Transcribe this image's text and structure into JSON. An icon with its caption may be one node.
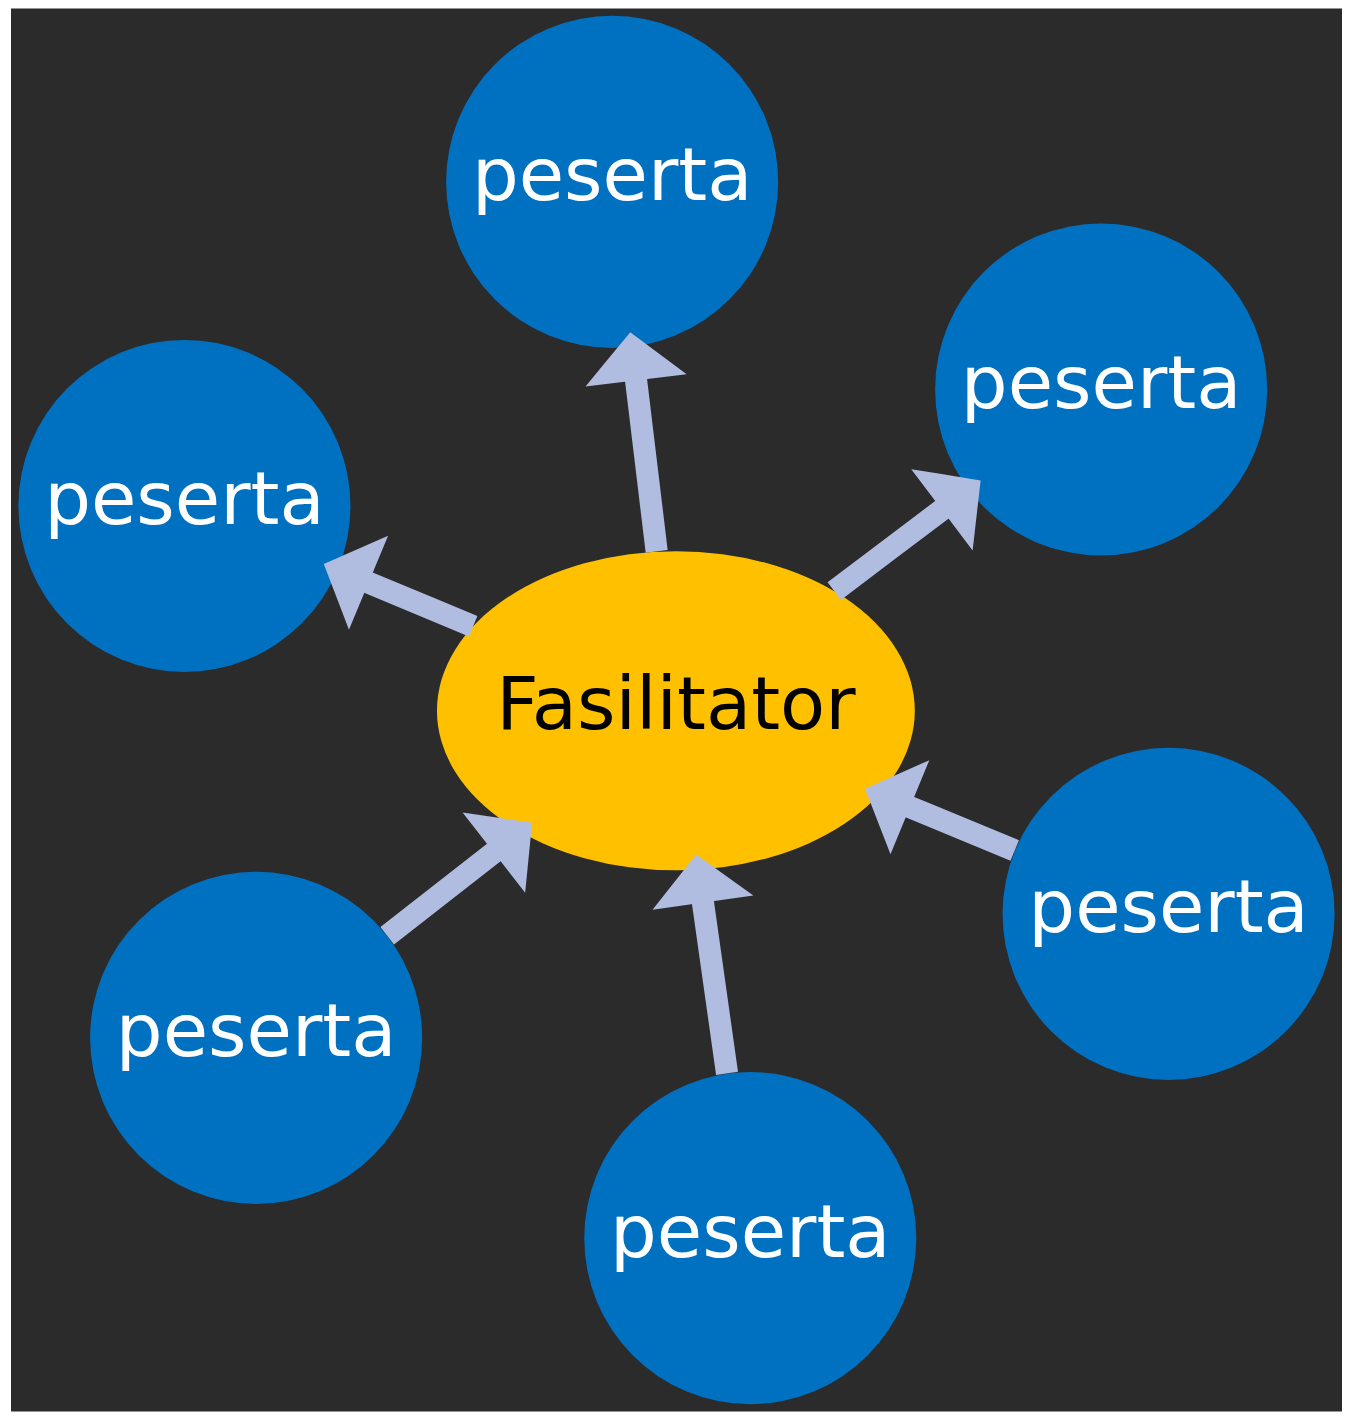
{
  "diagram": {
    "nodes": [
      {
        "text": [
          "peserta"
        ]
      },
      {
        "text": [
          "peserta"
        ]
      },
      {
        "text": [
          "peserta"
        ]
      },
      {
        "text": [
          "Fasilitator"
        ]
      },
      {
        "text": [
          "peserta"
        ]
      },
      {
        "text": [
          "peserta"
        ]
      },
      {
        "text": [
          "peserta"
        ]
      }
    ],
    "edges": [
      {
        "from": 3,
        "to": 0,
        "arrow": "to"
      },
      {
        "from": 1,
        "to": 3,
        "arrow": "to"
      },
      {
        "from": 2,
        "to": 3,
        "arrow": "to"
      },
      {
        "from": 3,
        "to": 4,
        "arrow": "to"
      },
      {
        "from": 3,
        "to": 5,
        "arrow": "to"
      },
      {
        "from": 6,
        "to": 3,
        "arrow": "to"
      }
    ]
  }
}
